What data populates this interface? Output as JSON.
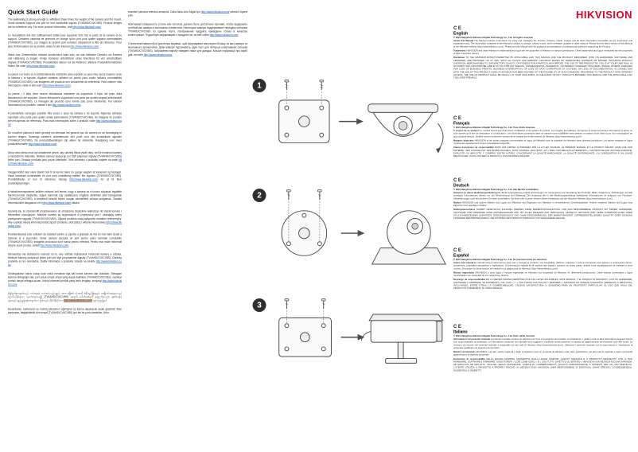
{
  "page": {
    "title": "Quick Start Guide"
  },
  "colors": {
    "accent": "#e4002b",
    "link": "#0a51c2",
    "highlight": "#f6a93b"
  },
  "left_column": {
    "paragraphs": [
      {
        "lang": "english",
        "text": "The wall/ceiling is strong enough to withstand three times the weight of the camera and the mount. Some cameras support one port for four switchable signals (TVI/AHD/CVI/CVBS). Product images are for reference only. For more product information, visit ",
        "link": "http://www.hikvision.com/",
        "tail": "."
      },
      {
        "lang": "french",
        "text": "Le mur/plafond doit être suffisamment solide pour supporter trois fois le poids de la caméra et du support. Certaines caméras ne prennent en charge qu’un port pour quatre signaux commutables (TVI/AHD/CVI/CVBS). Les images du produit sont données uniquement à titre de référence. Pour plus d’informations sur le produit, visitez le site Internet ",
        "link": "http://www.hikvision.com/",
        "tail": "."
      },
      {
        "lang": "german",
        "text": "Wand bzw. Zimmerdecke müssen ausreichend stark sein, um das dreifache Gewicht von Kamera und Halterung zu tragen. Einige Kameras unterstützen einen Anschluss für vier umschaltbare Signale (TVI/AHD/CVI/CVBS). Produktbilder dienen nur als Referenz. Weitere Produktinformationen finden Sie unter ",
        "link": "http://www.hikvision.com/",
        "tail": "."
      },
      {
        "lang": "spanish",
        "text": "La pared o el techo es lo suficientemente resistente para soportar un peso tres veces superior al de la cámara y el soporte. Algunas cámaras admiten un puerto para cuatro señales conmutables (TVI/AHD/CVI/CVBS). Las imágenes del producto son únicamente de referencia. Para obtener más información, visite el sitio web ",
        "link": "http://www.hikvision.com/",
        "tail": "."
      },
      {
        "lang": "italian",
        "text": "La parete / il tetto deve essere abbastanza resistente da sopportare il triplo del peso della telecamera e del supporto. Alcune telecamere supportano una porta per quattro segnali selezionabili (TVI/AHD/CVI/CVBS). Le immagini del prodotto sono fornite solo come riferimento. Per ulteriori informazioni sul prodotto, visitare il sito ",
        "link": "http://www.hikvision.com/",
        "tail": "."
      },
      {
        "lang": "portuguese",
        "text": "A parede/teto consegue suportar três vezes o peso da câmara e do suporte. Algumas câmaras suportam uma porta para quatro sinais permutáveis (TVI/AHD/CVI/CVBS). As imagens do produto servem apenas de referência. Para mais informações sobre o produto, visite ",
        "link": "http://www.hikvision.com/",
        "tail": "."
      },
      {
        "lang": "dutch",
        "text": "De muur/het plafond is sterk genoeg om driemaal het gewicht van de camera en de bevestiging te kunnen dragen. Sommige camera’s ondersteunen één poort voor vier schakelbare signalen (TVI/AHD/CVI/CVBS). De productafbeeldingen zijn alleen ter referentie. Raadpleeg voor meer productinformatie ",
        "link": "http://www.hikvision.com/",
        "tail": "."
      },
      {
        "lang": "czech",
        "text": "Strop nebo stěna musí být dostatečně pevné, aby udržely třikrát vyšší váhu, než je hmotnost kamery a montážního materiálu. Některé kamery podporují pro čtyři přepínací signály (TVI/AHD/CVI/CVBS) jeden port. Obrázky produktu jsou pouze orientační. Více informací o produktu najdete na webu ",
        "link": "http://www.hikvision.com/",
        "tail": "."
      },
      {
        "lang": "danish",
        "text": "Væggen/loftet skal være stærkt nok til at kunne bære tre gange vægten af kameraet og beslaget. Visse kameraer understøtter én port med omskiftning mellem fire signaler (TVI/AHD/CVI/CVBS). Produktbilleder er kun til reference. Besøg ",
        "link": "http://www.hikvision.com/",
        "tail": " for at få flere produktoplysninger."
      },
      {
        "lang": "hungarian",
        "text": "A falnak/mennyezetnek kellően erősnek kell lennie, hogy a kamera és a konzol súlyának legalább háromszorosát megtartsa. Egyes kamerák egy csatlakozón négyféle átváltható jelet támogatnak (TVI/AHD/CVI/CVBS). A termékről készült képek csupán szemléltető célokat szolgálnak. További információkért látogasson el a ",
        "link": "http://www.hikvision.com/",
        "tail": " oldalra."
      },
      {
        "lang": "polish",
        "text": "Upewnij się, że ściana/sufit przystosowano do obciążenia trzykrotnie większego niż ciężar kamery i elementów mocujących. Niektóre kamery są wyposażone w pojedynczy port i obsługują cztery przełączane sygnały (TVI/AHD/CVI/CVBS). Zdjęcia produktu mają wyłącznie charakter referencyjny. Aby uzyskać więcej informacji dotyczących produktu, skorzystaj z witryny internetowej ",
        "link": "http://www.hikvision.com/",
        "tail": "."
      },
      {
        "lang": "romanian",
        "text": "Peretele/tavanul este suficient de rezistent pentru a suporta o greutate de trei ori mai mare decât a camerei și a suportului. Unele camere acceptă un port pentru patru semnale comutabile (TVI/AHD/CVI/CVBS). Imaginile produsului sunt numai pentru referință. Pentru mai multe informații despre acest produs, vizitați ",
        "link": "http://www.hikvision.com/",
        "tail": "."
      },
      {
        "lang": "slovak",
        "text": "Stena/strop má dostatočnú nosnosť na to, aby udržala trojnásobok hmotnosti kamery a držiaka. Niektoré kamery podporujú jeden port pre štyri prepínateľné signály (TVI/AHD/CVI/CVBS). Obrázky produktu sú len orientačné. Ďalšie informácie o produkte získate na lokalite ",
        "link": "http://www.hikvision.com/",
        "tail": "."
      },
      {
        "lang": "indonesian",
        "text": "Dinding/plafon harus cukup kuat untuk menahan tiga kali bobot kamera dan dudukan. Sebagian kamera dilengkapi satu port untuk empat sinyal yang dapat dialihkan (TVI/AHD/CVI/CVBS). Gambar produk hanya sebagai acuan. Untuk informasi produk yang lebih lengkap, kunjungi ",
        "link": "http://www.hikvision.com/",
        "tail": "."
      },
      {
        "lang": "myanmar",
        "text": "နံရံ/မျက်နှာကျက်သည် ကင်မရာနှင့် တပ်ဆင်သည့်ပစ္စည်း အလေးချိန်၏ သုံးဆကို ခံနိုင်ရည်ရှိရမည်။ အချို့ကင်မရာများသည် ပြောင်းလဲနိုင်သော သင်္ကေတလေးမျိုး (TVI/AHD/CVI/CVBS) အတွက် ပေါက်တစ်ခုကို ထောက်ပံ့သည်။ ထုတ်ကုန်ပုံများသည် ရည်ညွှန်းရန်အတွက်သာ ဖြစ်သည်။ ပိုမိုသိရှိလိုပါက ",
        "link": "http://www.hikvision.com/",
        "tail": " တွင် ကြည့်ရှုပါ။",
        "highlight": true
      },
      {
        "lang": "turkish",
        "text": "Duvar/tavan, kameranın ve montaj parçasının ağırlığının üç katına dayanacak kadar güçlüdür. Bazı kameralar, değiştirilebilir dört sinyal (TVI/AHD/CVI/CVBS) için tek bir portu destekler. Ürün",
        "link": "",
        "tail": ""
      }
    ]
  },
  "mid_column": {
    "paragraphs": [
      {
        "lang": "turkish-continued",
        "text": "resimleri yalnızca referans amaçlıdır. Daha fazla ürün bilgisi için ",
        "link": "http://www.hikvision.com/",
        "tail": " adresini ziyaret edin."
      },
      {
        "lang": "russian",
        "text": "Монтажная поверхность (стена или потолок) должна быть достаточно прочная, чтобы выдержать тройной вес камеры и монтажных элементов. Некоторые камеры поддерживают передачу сигналов TVI/AHD/CVI/CVBS по одному порту. Изображения продукта приведены только в качестве иллюстрации. Подробную информацию о продукте см. на веб-сайте ",
        "link": "http://www.hikvision.com/",
        "tail": "."
      },
      {
        "lang": "ukrainian",
        "text": "Стіна/стеля повинні бути достатньо міцними, щоб витримувати вагу втричі більшу за вагу камери та монтажного кронштейна. Деякі камери підтримують один порт для чотирьох комутованих сигналів (TVI/AHD/CVI/CVBS). Зображення виробу наведені лише для довідки. Більше інформації про виріб див. на сайті ",
        "link": "http://www.hikvision.com/",
        "tail": "."
      }
    ]
  },
  "diagrams": {
    "steps": [
      {
        "number": "1",
        "subject": "dome-camera-installation"
      },
      {
        "number": "2",
        "subject": "turret-camera-installation"
      },
      {
        "number": "3",
        "subject": "bullet-camera-installation"
      }
    ]
  },
  "right_column": {
    "brand": "HIKVISION",
    "ce_mark": "CE",
    "sections": [
      {
        "lang_code": "english",
        "language": "English",
        "copyright": "© 2021 Hangzhou Hikvision Digital Technology Co., Ltd. All rights reserved.",
        "blocks": [
          {
            "heading": "About this Manual",
            "text": "The Manual includes instructions for using and managing the Product. Pictures, charts, images and all other information hereinafter are for description and explanation only. The information contained in the Manual is subject to change, without notice, due to firmware updates or other reasons. Please find the latest version of this Manual at the Hikvision website (http://www.hikvision.com/). Please use this Manual with the guidance and assistance of professionals trained in supporting the Product."
          },
          {
            "heading": "Trademarks",
            "text": "HIKVISION and other Hikvision’s trademarks and logos are the properties of Hikvision in various jurisdictions. Other trademarks and logos mentioned are the properties of their respective owners."
          },
          {
            "heading": "Disclaimer",
            "text": "TO THE MAXIMUM EXTENT PERMITTED BY APPLICABLE LAW, THIS MANUAL AND THE PRODUCT DESCRIBED, WITH ITS HARDWARE, SOFTWARE AND FIRMWARE, ARE PROVIDED “AS IS” AND “WITH ALL FAULTS AND ERRORS”. HIKVISION MAKES NO WARRANTIES, EXPRESS OR IMPLIED, INCLUDING WITHOUT LIMITATION, MERCHANTABILITY, SATISFACTORY QUALITY, OR FITNESS FOR A PARTICULAR PURPOSE. THE USE OF THE PRODUCT BY YOU IS AT YOUR OWN RISK. IN NO EVENT WILL HIKVISION BE LIABLE TO YOU FOR ANY SPECIAL, CONSEQUENTIAL, INCIDENTAL, OR INDIRECT DAMAGES, INCLUDING, AMONG OTHERS, DAMAGES FOR LOSS OF BUSINESS PROFITS, BUSINESS INTERRUPTION, OR LOSS OF DATA, CORRUPTION OF SYSTEMS, OR LOSS OF DOCUMENTATION, IN CONNECTION WITH THE USE OF THIS PRODUCT, EVEN IF HIKVISION HAS BEEN ADVISED OF THE POSSIBILITY OF SUCH DAMAGES. REGARDING TO THE PRODUCT WITH INTERNET ACCESS, THE USE OF PRODUCT SHALL BE WHOLLY AT YOUR OWN RISKS. IN THE EVENT OF ANY CONFLICTS BETWEEN THIS MANUAL AND THE APPLICABLE LAW, THE LATER PREVAILS."
          }
        ]
      },
      {
        "lang_code": "french",
        "language": "Français",
        "copyright": "© 2021 Hangzhou Hikvision Digital Technology Co., Ltd. Tous droits réservés.",
        "blocks": [
          {
            "heading": "À propos de ce manuel",
            "text": "Ce manuel fournit des instructions d’utilisation et de gestion du produit. Les images, les tableaux, les figures et toutes les autres informations ci-après ne sont donnés qu’à titre de description et d’explication. Les informations contenues dans ce manuel sont modifiables sans préavis, en raison d’une mise à jour d’un micrologiciel ou pour d’autres raisons. Veuillez trouver la dernière version de ce manuel sur le site Internet de Hikvision (http://www.hikvision.com/)."
          },
          {
            "heading": "Marques déposées",
            "text": "HIKVISION et les autres marques commerciales et logos de Hikvision sont la propriété de Hikvision dans diverses juridictions. Les autres marques et logos mentionnés appartiennent à leurs propriétaires respectifs."
          },
          {
            "heading": "Clause d’exclusion de responsabilité",
            "text": "DANS LES LIMITES AUTORISÉES PAR LA LOI EN VIGUEUR, LE PRÉSENT MANUEL ET LE PRODUIT DÉCRIT, AINSI QUE SON MATÉRIEL, SES LOGICIELS ET SES MICROLOGICIELS, SONT FOURNIS « EN L’ÉTAT » ET « AVEC CES DÉFAUTS ET ERREURS ». HIKVISION NE FAIT AUCUNE GARANTIE, EXPLICITE OU IMPLICITE, Y COMPRIS, ENTRE AUTRES, CONCERNANT LA QUALITÉ MARCHANDE, LA QUALITÉ SATISFAISANTE, OU L’ADÉQUATION À UN USAGE PARTICULIER. VOUS UTILISEZ LE PRODUIT À VOS PROPRES RISQUES."
          }
        ]
      },
      {
        "lang_code": "german",
        "language": "Deutsch",
        "copyright": "© 2021 Hangzhou Hikvision Digital Technology Co., Ltd. Alle Rechte vorbehalten.",
        "blocks": [
          {
            "heading": "Hinweise zu dieser Bedienungsanleitung",
            "text": "Die Bedienungsanleitung enthält Anweisungen zur Verwendung und Verwaltung des Produkts. Bilder, Diagramme, Abbildungen und alle sonstigen Informationen dienen nur der Beschreibung und Erklärung. Die Änderung der in der Bedienungsanleitung enthaltenen Informationen ist aufgrund von Firmware-Aktualisierungen oder aus anderen Gründen vorbehalten. Sie finden die neueste Version dieses Handbuchs auf der Hikvision-Website (http://www.hikvision.com/)."
          },
          {
            "heading": "Marken",
            "text": "HIKVISION und andere Marken und Logos von Hikvision sind Eigentum von Hikvision in verschiedenen Gerichtsbarkeiten. Andere erwähnte Marken und Logos sind Eigentum ihrer jeweiligen Inhaber."
          },
          {
            "heading": "Haftungsausschluss",
            "text": "SOWEIT GESETZLICH ZULÄSSIG WERDEN DIESE BEDIENUNGSANLEITUNG UND DAS BESCHRIEBENE PRODUKT MIT SEINER HARDWARE, SOFTWARE UND FIRMWARE OHNE MÄNGELGEWÄHR UND MIT ALLEN FEHLERN ZUR VERFÜGUNG GESTELLT. HIKVISION GIBT KEINE AUSDRÜCKLICHEN ODER STILLSCHWEIGENDEN GARANTIEN, EINSCHLIESSLICH UND OHNE EINSCHRÄNKUNG DER MARKTFÄHIGKEIT, ZUFRIEDENSTELLENDEN QUALITÄT ODER EIGNUNG FÜR EINEN BESTIMMTEN ZWECK. DIE NUTZUNG DES PRODUKTS ERFOLGT AUF IHRE EIGENE GEFAHR."
          }
        ]
      },
      {
        "lang_code": "spanish",
        "language": "Español",
        "copyright": "© 2021 Hangzhou Hikvision Digital Technology Co., Ltd. Se reservan todos los derechos.",
        "blocks": [
          {
            "heading": "Sobre este manual",
            "text": "El manual incluye instrucciones para usar y manejar el producto. Las fotografías, gráficos, imágenes y toda la información que aparece a continuación tienen, únicamente, propósitos descriptivos y explicativos. La información incluida en el manual está sujeta a cambios, sin aviso previo, debido a las actualizaciones de software u otros motivos. Encuentre la última versión del manual en la página web de Hikvision (http://www.hikvision.com/)."
          },
          {
            "heading": "Marcas registradas",
            "text": "HIKVISION y otros logos y marcas registradas de Hikvision son propiedad de Hikvision en diferentes jurisdicciones. Otras marcas comerciales y logos mencionados son propiedad de sus respectivos dueños."
          },
          {
            "heading": "Descargo de responsabilidad",
            "text": "EN LA MEDIDA MÁXIMA PERMITIDA POR LAS LEYES APLICABLES, ESTE MANUAL Y EL PRODUCTO DESCRITO, CON SU HARDWARE, SOFTWARE Y FIRMWARE, SE ENTREGAN « TAL CUAL » Y « CON TODOS SUS FALLOS Y ERRORES ». HIKVISION NO OFRECE GARANTÍAS, EXPRESAS O IMPLÍCITAS, INCLUYENDO, ENTRE OTRAS, LA COMERCIABILIDAD, CALIDAD SATISFACTORIA O IDONEIDAD PARA UN PROPÓSITO PARTICULAR. EL USO QUE HAGA DEL PRODUCTO CORRE BAJO SU ÚNICO RIESGO."
          }
        ]
      },
      {
        "lang_code": "italian",
        "language": "Italiano",
        "copyright": "© 2021 Hangzhou Hikvision Digital Technology Co., Ltd. Tutti i diritti riservati.",
        "blocks": [
          {
            "heading": "Informazioni sul presente manuale",
            "text": "Il presente manuale contiene le istruzioni per l’uso e la gestione del prodotto. Le illustrazioni, i grafici e tutte le altre informazioni seguenti hanno solo scopi illustrativi ed esplicativi. Le informazioni contenute nel manuale sono soggette a modifiche senza preavviso in seguito ad aggiornamenti del firmware o per altri motivi. La versione più recente del presente manuale è disponibile sul sito web di Hikvision (http://www.hikvision.com/). Utilizzare il presente manuale con la supervisione e l’assistenza di personale qualificato nel supporto del prodotto."
          },
          {
            "heading": "Marchi commerciali",
            "text": "HIKVISION e gli altri marchi registrati e loghi di Hikvision sono di proprietà di Hikvision nelle varie giurisdizioni. Gli altri marchi registrati e loghi menzionati appartengono ai rispettivi proprietari."
          },
          {
            "heading": "Esclusione di responsabilità",
            "text": "NELLA MISURA MASSIMA CONSENTITA DALLA LEGGE VIGENTE, QUESTO MANUALE E IL PRODOTTO DESCRITTO, CON IL SUO HARDWARE, SOFTWARE E FIRMWARE, SONO FORNITI « COSÌ COME SONO » E « CON TUTTI I DIFETTI E GLI ERRORI ». HIKVISION NON RILASCIA ALCUNA GARANZIA, NÉ ESPLICITA NÉ IMPLICITA, INCLUSE, SENZA LIMITAZIONE, QUELLE DI COMMERCIABILITÀ, QUALITÀ SODDISFACENTE O IDONEITÀ PER UN USO SPECIFICO. L’UTENTE UTILIZZA IL PRODOTTO A PROPRIO RISCHIO. IN NESSUN CASO HIKVISION SARÀ RESPONSABILE DI EVENTUALI DANNI SPECIALI, CONSEQUENZIALI, INCIDENTALI O INDIRETTI."
          }
        ]
      }
    ]
  }
}
